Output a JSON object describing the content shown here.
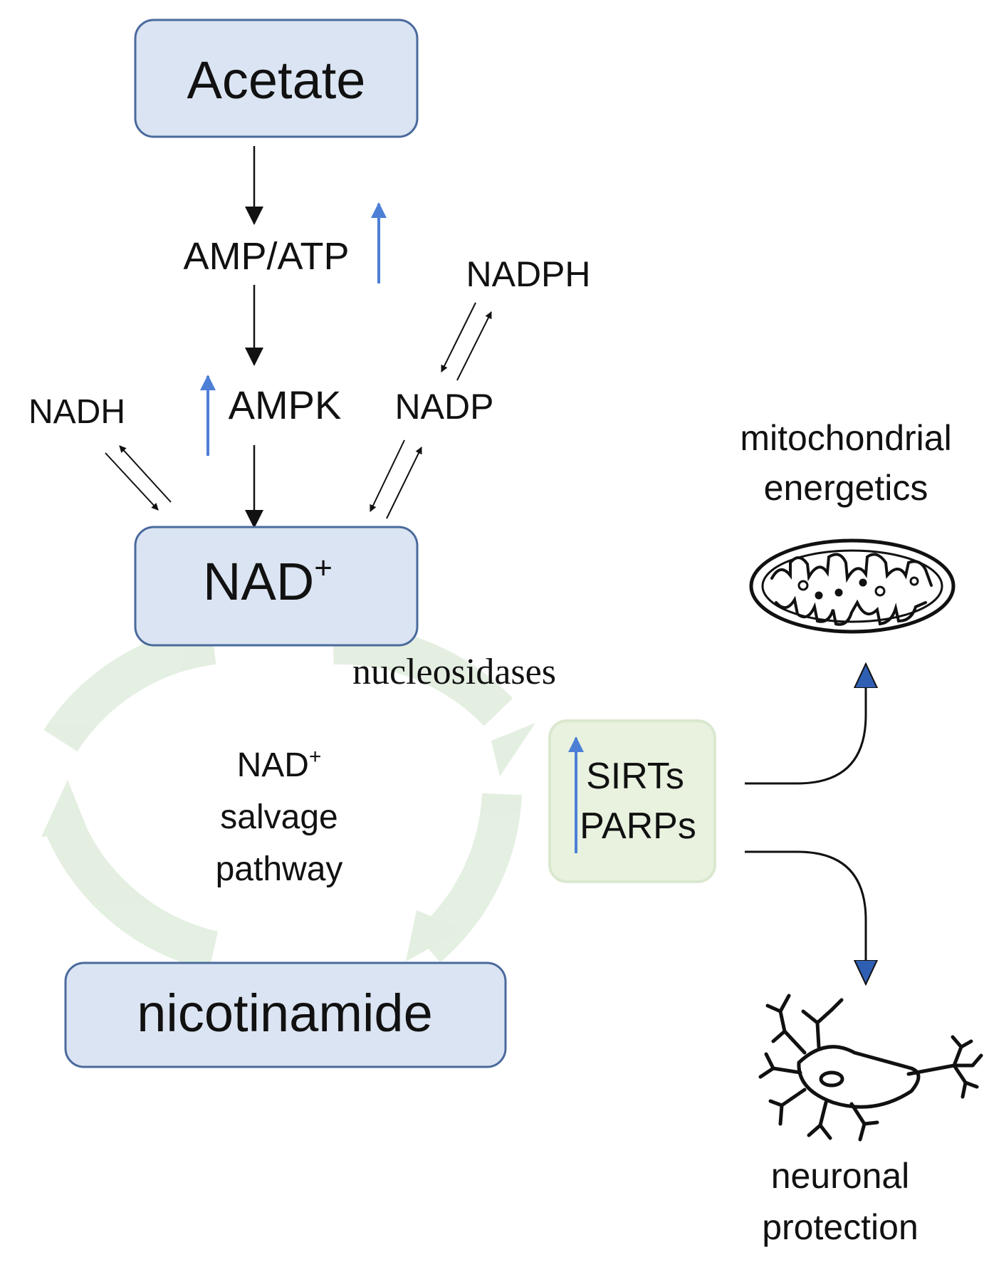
{
  "nodes": {
    "acetate": "Acetate",
    "amp_atp": "AMP/ATP",
    "ampk": "AMPK",
    "nadph": "NADPH",
    "nadh": "NADH",
    "nadp": "NADP",
    "nad": "NAD",
    "nad_sup": "+",
    "nucleosidases": "nucleosidases",
    "nicotinamide": "nicotinamide",
    "salvage_line1": "NAD",
    "salvage_sup": "+",
    "salvage_line2": "salvage",
    "salvage_line3": "pathway",
    "sirts": "SIRTs",
    "parps": "PARPs",
    "mito_line1": "mitochondrial",
    "mito_line2": "energetics",
    "neuro_line1": "neuronal",
    "neuro_line2": "protection"
  },
  "colors": {
    "box_fill": "#dbe4f2",
    "box_stroke": "#4a6a9c",
    "up_arrow": "#4d7fd6",
    "cycle": "#e3efe0",
    "sirt_fill": "#e8f2df",
    "sirt_stroke": "#dbe8d0",
    "effect_arrowhead": "#2f5fb3"
  },
  "icons": [
    "mitochondrion-icon",
    "neuron-icon"
  ]
}
